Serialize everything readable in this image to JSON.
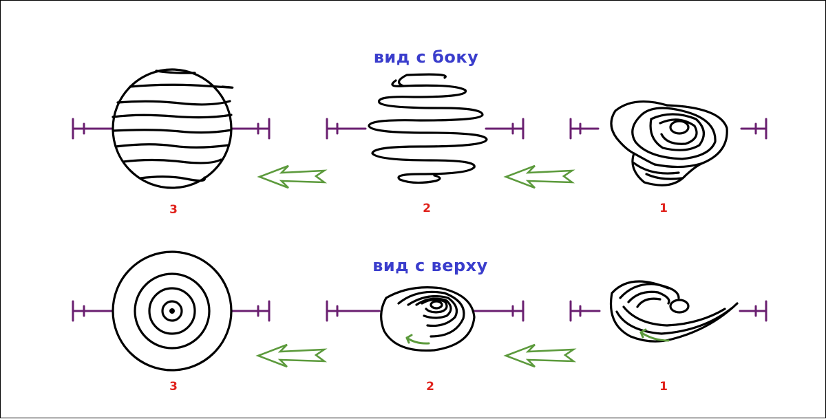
{
  "top": {
    "title": "вид с боку",
    "stages": [
      {
        "label": "3"
      },
      {
        "label": "2"
      },
      {
        "label": "1"
      }
    ]
  },
  "bottom": {
    "title": "вид с верху",
    "stages": [
      {
        "label": "3"
      },
      {
        "label": "2"
      },
      {
        "label": "1"
      }
    ]
  },
  "colors": {
    "title": "#3a3dcc",
    "stage_number": "#e0221c",
    "axis": "#6a1f70",
    "arrow": "#5c9a3c",
    "outline": "#000000"
  }
}
